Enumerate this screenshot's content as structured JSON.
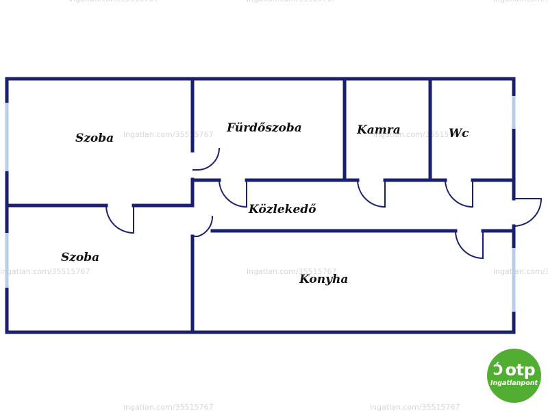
{
  "rooms": {
    "szoba_top": "Szoba",
    "furdoszoba": "Fürdőszoba",
    "kamra": "Kamra",
    "wc": "Wc",
    "kozlekedo": "Közlekedő",
    "szoba_bottom": "Szoba",
    "konyha": "Konyha"
  },
  "watermark": "ingatlan.com/35515767",
  "brand": {
    "name": "otp",
    "subtitle": "Ingatlanpont",
    "mark": "Ɔ́",
    "color": "#52ae32"
  },
  "colors": {
    "wall": "#1a1f6e",
    "window": "#b9cde6"
  }
}
